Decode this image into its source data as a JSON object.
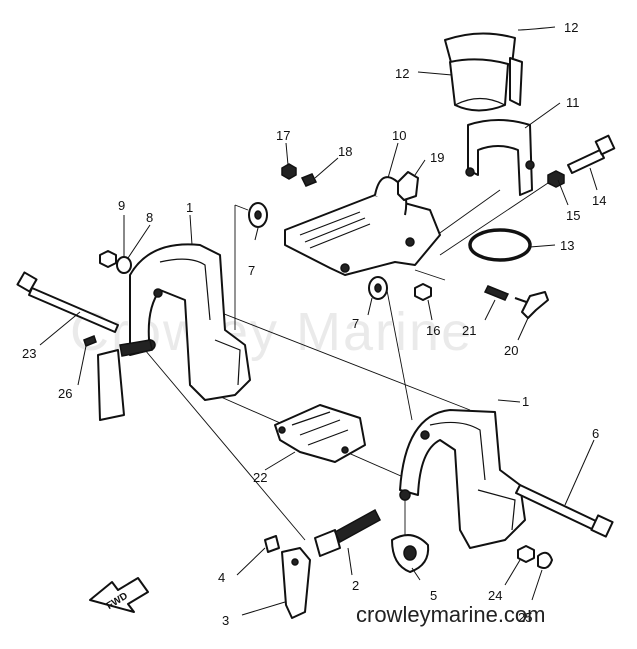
{
  "watermark": "Crowley Marine",
  "site": "crowleymarine.com",
  "fwd": "FWD",
  "callouts": {
    "p1a": "1",
    "p1b": "1",
    "p2": "2",
    "p3": "3",
    "p4": "4",
    "p5": "5",
    "p6": "6",
    "p7a": "7",
    "p7b": "7",
    "p8": "8",
    "p9": "9",
    "p10": "10",
    "p11": "11",
    "p12a": "12",
    "p12b": "12",
    "p13": "13",
    "p14": "14",
    "p15": "15",
    "p16": "16",
    "p17": "17",
    "p18": "18",
    "p19": "19",
    "p20": "20",
    "p21": "21",
    "p22": "22",
    "p23": "23",
    "p24": "24",
    "p25": "25",
    "p26": "26"
  }
}
